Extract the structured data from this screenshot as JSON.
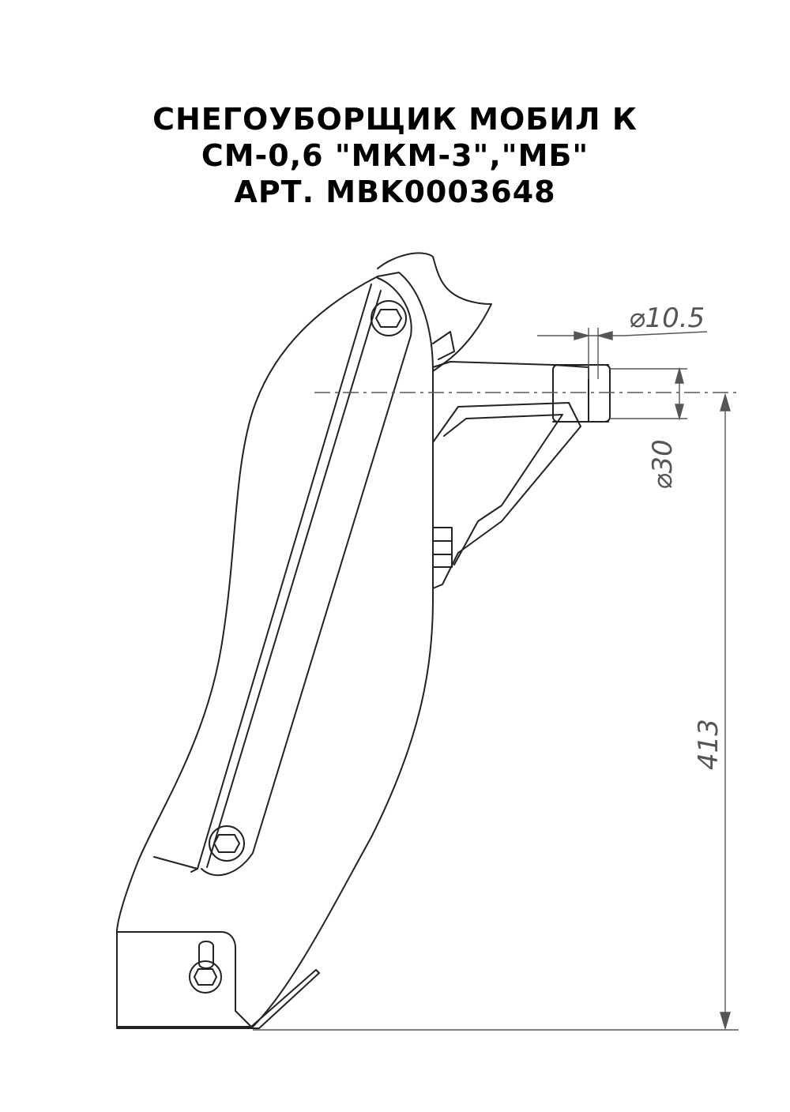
{
  "title": {
    "line1": "СНЕГОУБОРЩИК МОБИЛ К",
    "line2": "СМ-0,6 \"МКМ-3\",\"МБ\"",
    "line3": "АРТ. MBK0003648"
  },
  "dimensions": {
    "bolt_hole_diameter": "⌀10.5",
    "tube_diameter": "⌀30",
    "height": "413"
  },
  "colors": {
    "line": "#222222",
    "dimension": "#555555",
    "background": "#ffffff"
  }
}
